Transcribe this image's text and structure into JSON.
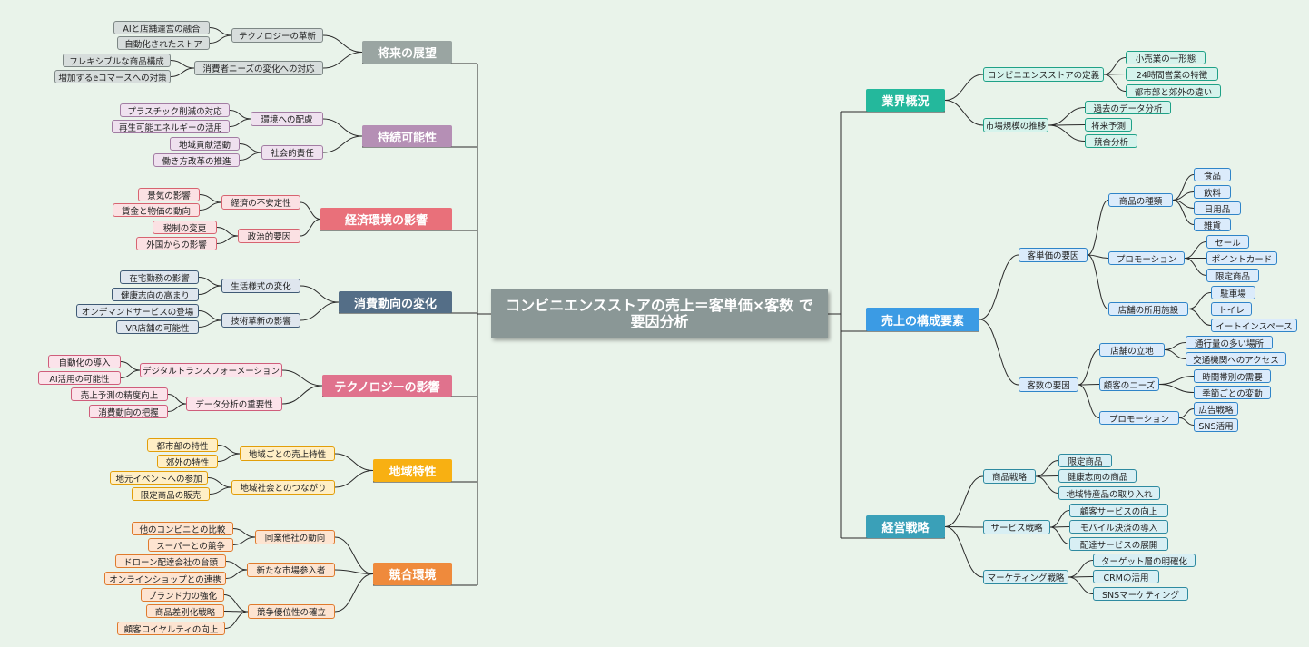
{
  "center": {
    "title": "コンビニエンスストアの売上＝客単価×客数 で要因分析"
  },
  "colors": {
    "line": "#2a2a2a",
    "gray": "#9aa5a2",
    "purple": "#b58fb5",
    "red": "#e9707a",
    "slate": "#546e87",
    "pink": "#e0728d",
    "yellow": "#f8b012",
    "orange": "#ef8a3c",
    "teal": "#24b89c",
    "blue": "#3b9be4",
    "cyan": "#3aa0b8"
  },
  "branches": [
    {
      "id": "b1",
      "label": "将来の展望",
      "color": "gray",
      "side": "left",
      "children": [
        {
          "label": "テクノロジーの革新",
          "children": [
            "AIと店舗運営の融合",
            "自動化されたストア"
          ]
        },
        {
          "label": "消費者ニーズの変化への対応",
          "children": [
            "フレキシブルな商品構成",
            "増加するeコマースへの対策"
          ]
        }
      ]
    },
    {
      "id": "b2",
      "label": "持続可能性",
      "color": "purple",
      "side": "left",
      "children": [
        {
          "label": "環境への配慮",
          "children": [
            "プラスチック削減の対応",
            "再生可能エネルギーの活用"
          ]
        },
        {
          "label": "社会的責任",
          "children": [
            "地域貢献活動",
            "働き方改革の推進"
          ]
        }
      ]
    },
    {
      "id": "b3",
      "label": "経済環境の影響",
      "color": "red",
      "side": "left",
      "children": [
        {
          "label": "経済の不安定性",
          "children": [
            "景気の影響",
            "賃金と物価の動向"
          ]
        },
        {
          "label": "政治的要因",
          "children": [
            "税制の変更",
            "外国からの影響"
          ]
        }
      ]
    },
    {
      "id": "b4",
      "label": "消費動向の変化",
      "color": "slate",
      "side": "left",
      "children": [
        {
          "label": "生活様式の変化",
          "children": [
            "在宅勤務の影響",
            "健康志向の高まり"
          ]
        },
        {
          "label": "技術革新の影響",
          "children": [
            "オンデマンドサービスの登場",
            "VR店舗の可能性"
          ]
        }
      ]
    },
    {
      "id": "b5",
      "label": "テクノロジーの影響",
      "color": "pink",
      "side": "left",
      "children": [
        {
          "label": "デジタルトランスフォーメーション",
          "children": [
            "自動化の導入",
            "AI活用の可能性"
          ]
        },
        {
          "label": "データ分析の重要性",
          "children": [
            "売上予測の精度向上",
            "消費動向の把握"
          ]
        }
      ]
    },
    {
      "id": "b6",
      "label": "地域特性",
      "color": "yellow",
      "side": "left",
      "children": [
        {
          "label": "地域ごとの売上特性",
          "children": [
            "都市部の特性",
            "郊外の特性"
          ]
        },
        {
          "label": "地域社会とのつながり",
          "children": [
            "地元イベントへの参加",
            "限定商品の販売"
          ]
        }
      ]
    },
    {
      "id": "b7",
      "label": "競合環境",
      "color": "orange",
      "side": "left",
      "children": [
        {
          "label": "同業他社の動向",
          "children": [
            "他のコンビニとの比較",
            "スーパーとの競争"
          ]
        },
        {
          "label": "新たな市場参入者",
          "children": [
            "ドローン配達会社の台頭",
            "オンラインショップとの連携"
          ]
        },
        {
          "label": "競争優位性の確立",
          "children": [
            "ブランド力の強化",
            "商品差別化戦略",
            "顧客ロイヤルティの向上"
          ]
        }
      ]
    },
    {
      "id": "b8",
      "label": "業界概況",
      "color": "teal",
      "side": "right",
      "children": [
        {
          "label": "コンビニエンスストアの定義",
          "children": [
            "小売業の一形態",
            "24時間営業の特徴",
            "都市部と郊外の違い"
          ]
        },
        {
          "label": "市場規模の推移",
          "children": [
            "過去のデータ分析",
            "将来予測",
            "競合分析"
          ]
        }
      ]
    },
    {
      "id": "b9",
      "label": "売上の構成要素",
      "color": "blue",
      "side": "right",
      "children": [
        {
          "label": "客単価の要因",
          "children": [
            {
              "label": "商品の種類",
              "children": [
                "食品",
                "飲料",
                "日用品",
                "雑貨"
              ]
            },
            {
              "label": "プロモーション",
              "children": [
                "セール",
                "ポイントカード",
                "限定商品"
              ]
            },
            {
              "label": "店舗の所用施設",
              "children": [
                "駐車場",
                "トイレ",
                "イートインスペース"
              ]
            }
          ]
        },
        {
          "label": "客数の要因",
          "children": [
            {
              "label": "店舗の立地",
              "children": [
                "通行量の多い場所",
                "交通機関へのアクセス"
              ]
            },
            {
              "label": "顧客のニーズ",
              "children": [
                "時間帯別の需要",
                "季節ごとの変動"
              ]
            },
            {
              "label": "プロモーション",
              "children": [
                "広告戦略",
                "SNS活用"
              ]
            }
          ]
        }
      ]
    },
    {
      "id": "b10",
      "label": "経営戦略",
      "color": "cyan",
      "side": "right",
      "children": [
        {
          "label": "商品戦略",
          "children": [
            "限定商品",
            "健康志向の商品",
            "地域特産品の取り入れ"
          ]
        },
        {
          "label": "サービス戦略",
          "children": [
            "顧客サービスの向上",
            "モバイル決済の導入",
            "配達サービスの展開"
          ]
        },
        {
          "label": "マーケティング戦略",
          "children": [
            "ターゲット層の明確化",
            "CRMの活用",
            "SNSマーケティング"
          ]
        }
      ]
    }
  ]
}
